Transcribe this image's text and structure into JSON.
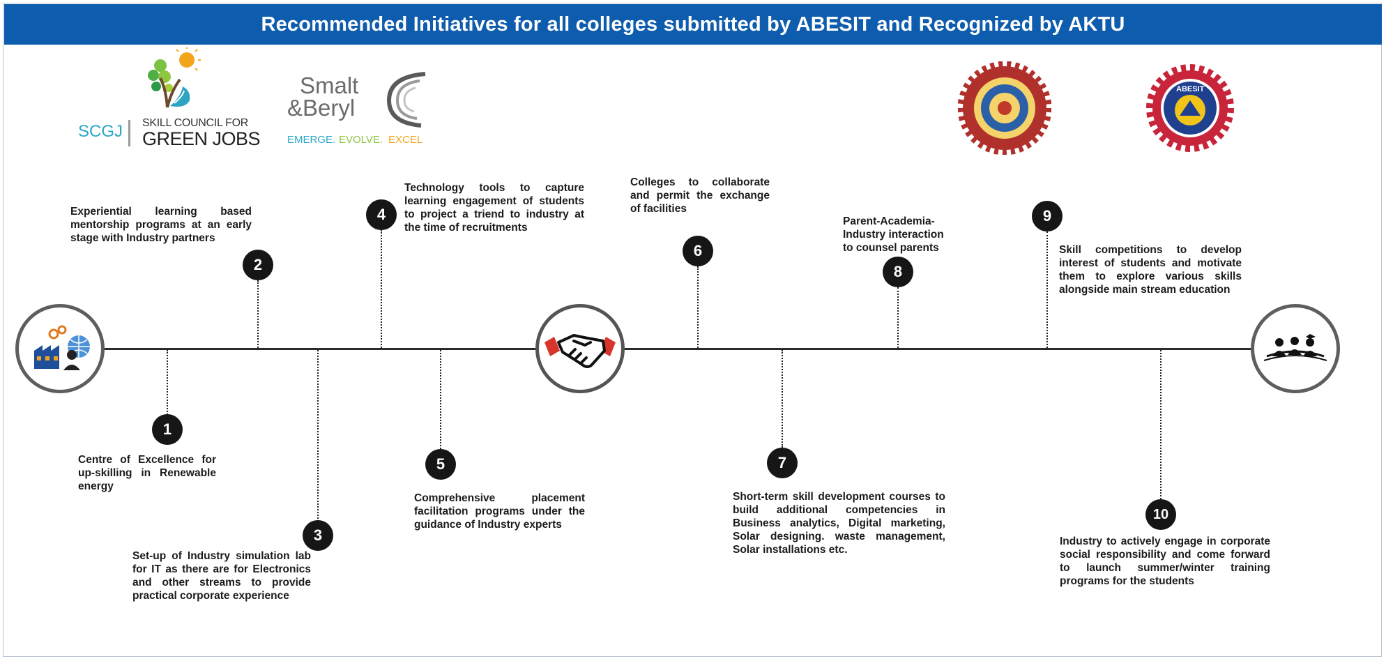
{
  "header": {
    "title": "Recommended Initiatives for all colleges submitted by ABESIT and Recognized by AKTU"
  },
  "logos": {
    "scgj": {
      "abbr": "SCGJ",
      "line1": "SKILL COUNCIL FOR",
      "line2": "GREEN JOBS"
    },
    "smalt": {
      "line1": "Smalt",
      "line2": "&Beryl",
      "tagline": [
        "EMERGE.",
        "EVOLVE.",
        "EXCEL"
      ]
    },
    "aktu_seal": {
      "icon": "aktu-seal",
      "color": "#b0312c"
    },
    "abesit_seal": {
      "icon": "abesit-seal",
      "color": "#c8243a",
      "text": "ABESIT"
    }
  },
  "hubs": [
    {
      "icon": "industry-icon"
    },
    {
      "icon": "handshake-icon"
    },
    {
      "icon": "graduates-icon"
    }
  ],
  "initiatives": [
    {
      "number": "1",
      "text": "Centre of Excellence for up-skilling in Renewable energy"
    },
    {
      "number": "2",
      "text": "Experiential learning based mentorship programs at an early stage with Industry partners"
    },
    {
      "number": "3",
      "text": "Set-up of Industry simulation lab for IT as there are for Electronics and other streams to provide practical corporate experience"
    },
    {
      "number": "4",
      "text": "Technology tools to capture learning engagement of students to project a triend to industry at the time of recruitments"
    },
    {
      "number": "5",
      "text": "Comprehensive placement facilitation programs under the guidance of Industry experts"
    },
    {
      "number": "6",
      "text": "Colleges to collaborate and permit the exchange of facilities"
    },
    {
      "number": "7",
      "text": "Short-term skill development courses to build additional competencies in Business analytics, Digital marketing, Solar designing. waste management, Solar installations etc."
    },
    {
      "number": "8",
      "text": "Parent-Academia-Industry interaction to counsel parents"
    },
    {
      "number": "9",
      "text": "Skill competitions to develop interest of students and motivate them to explore various skills alongside main stream education"
    },
    {
      "number": "10",
      "text": "Industry to actively engage in corporate social responsibility and come forward to launch summer/winter training programs for the students"
    }
  ],
  "colors": {
    "banner": "#0e5cad",
    "timeline": "#2b2b2b",
    "marker": "#161616",
    "green": "#1f8a4c",
    "teal": "#3aa6b9"
  }
}
